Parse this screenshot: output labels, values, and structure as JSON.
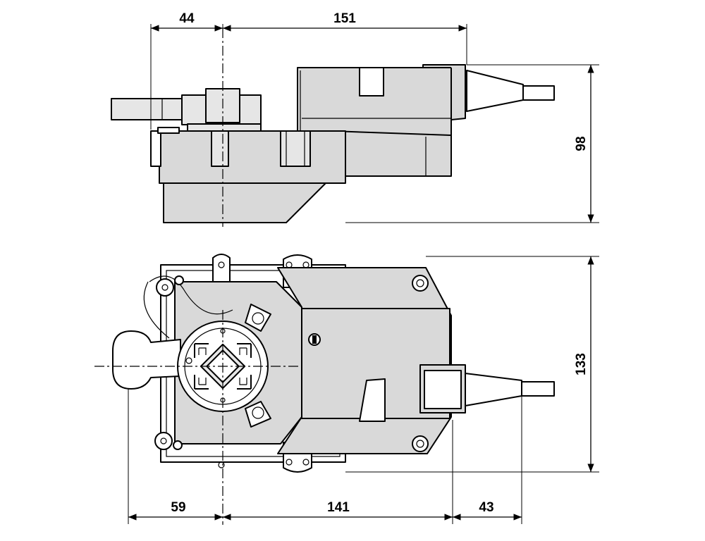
{
  "dimensions": {
    "top_pivot_offset": "44",
    "top_body_length": "151",
    "height": "98",
    "bottom_pivot_offset": "59",
    "bottom_body_length": "141",
    "cable_gland": "43",
    "width": "133"
  },
  "colors": {
    "line": "#000000",
    "body_fill": "#d9d9d9",
    "background": "#ffffff"
  }
}
